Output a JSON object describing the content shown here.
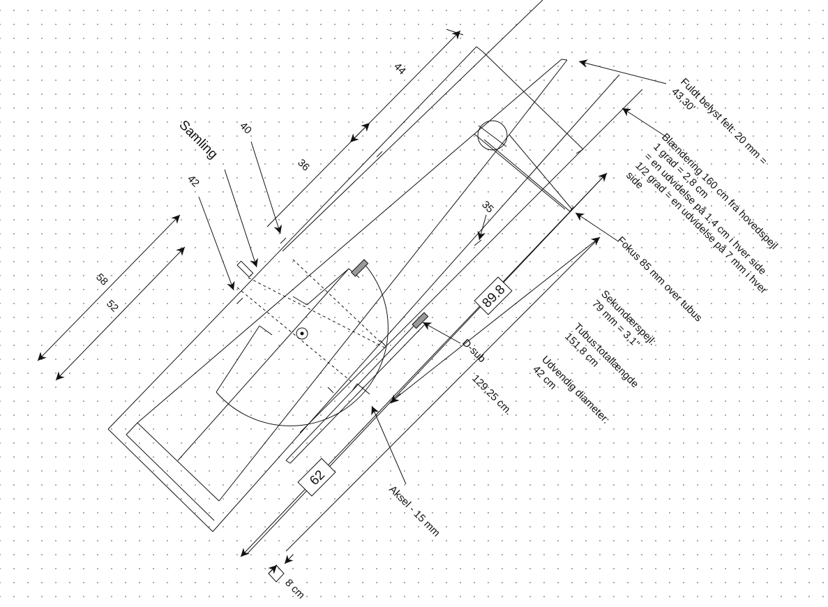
{
  "labels": {
    "samling": "Samling",
    "dim_58": "58",
    "dim_52": "52",
    "dim_42": "42",
    "dim_40": "40",
    "dim_36": "36",
    "dim_44": "44",
    "dim_35": "35",
    "dim_8cm": "8 cm",
    "dim_129": "129,25 cm.",
    "box_898": "89.8",
    "box_62": "62",
    "dsub": "D-sub",
    "aksel": "Aksel - 15 mm",
    "fuldt_1": "Fuldt belyst felt: 20 mm =",
    "fuldt_2": "43,30'",
    "blaend_1": "Blændering 160 cm fra hovedspejl",
    "blaend_2": "1 grad = 2,8 cm",
    "blaend_3": "= en udvidelse på 1,4 cm i hver side",
    "blaend_4": "1/2 grad = en udvidelse på 7 mm i hver",
    "blaend_5": "side",
    "fokus": "Fokus 85 mm over tubus",
    "sek_1": "Sekundærspejl:",
    "sek_2": "79 mm = 3,1\"",
    "tubus_1": "Tubus:totallængde",
    "tubus_2": "151,8 cm",
    "udv_1": "Udvendig diameter:",
    "udv_2": "42 cm"
  }
}
